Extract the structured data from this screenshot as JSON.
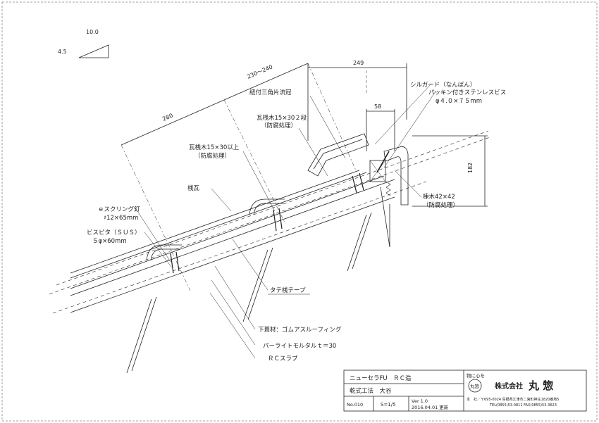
{
  "slope": {
    "run": "10.0",
    "rise": "4.5"
  },
  "dimensions": {
    "top_rafter": "230～240",
    "rafter_280": "280",
    "width_249": "249",
    "width_58": "58",
    "height_182": "182"
  },
  "labels": {
    "sill_guard": "シルガード（なんばん）",
    "packing_screw": "パッキン付きステンレスビス",
    "packing_screw_size": "φ４.０×７５mm",
    "cord_triangle": "紐付三角片流冠",
    "batten_two": "瓦桟木15×30２段",
    "batten_two_note": "（防腐処理）",
    "batten_15": "瓦桟木15×30以上",
    "batten_15_note": "（防腐処理）",
    "ridge_tile": "桟瓦",
    "ring_nail": "ｅスクリング釘",
    "ring_nail_size": "♯12×65mm",
    "bispita": "ビスピタ（ＳＵＳ）",
    "bispita_size": "５φ×60mm",
    "ridge_wood": "棟木42×42",
    "ridge_wood_note": "（防腐処理）",
    "vertical_tape": "タテ桟テープ",
    "underlay": "下葺材：ゴムアスルーフィング",
    "mortar": "パーライトモルタルｔ＝30",
    "rc_slab": "ＲＣスラブ"
  },
  "title_block": {
    "product": "ニューセラFU　ＲＣ造",
    "method": "乾式工法　大谷",
    "number": "No.010",
    "scale": "S=1/5",
    "version": "Ver 1.0",
    "date": "2016.04.01  更新",
    "motto": "物に心を",
    "logo_mark": "丸惣",
    "company": "株式会社",
    "company_name": "丸 惣",
    "address": "本　社／〒695-0024 島根県江津市二宮町神主1820番地5",
    "tel": "TEL(0855)53-0811  FAX(0855)53-3623"
  },
  "colors": {
    "line": "#222222",
    "border": "#888888",
    "paper": "#ffffff"
  }
}
